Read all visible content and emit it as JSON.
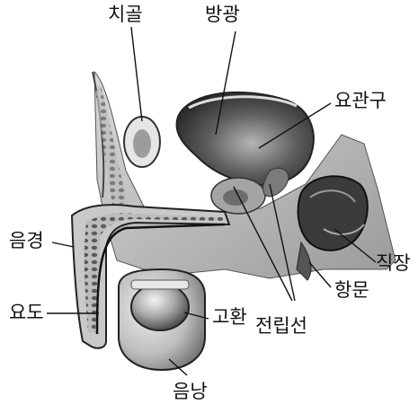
{
  "labels": {
    "pubic_bone": "치골",
    "bladder": "방광",
    "ureter": "요관구",
    "penis": "음경",
    "rectum": "직장",
    "anus": "항문",
    "urethra": "요도",
    "testis": "고환",
    "prostate": "전립선",
    "scrotum": "음낭"
  },
  "colors": {
    "ink": "#111111",
    "tissue_dark": "#3a3a3a",
    "tissue_mid": "#8a8a8a",
    "tissue_light": "#cfcfcf"
  }
}
